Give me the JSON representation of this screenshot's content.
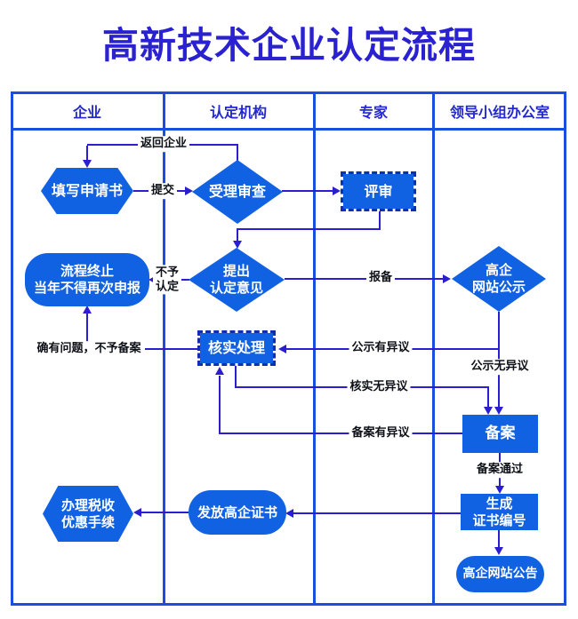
{
  "title": "高新技术企业认定流程",
  "columns": [
    "企业",
    "认定机构",
    "专家",
    "领导小组办公室"
  ],
  "nodes": {
    "fill_application": "填写申请书",
    "acceptance_review": "受理审查",
    "expert_review": "评审",
    "process_end": "流程终止\n当年不得再次申报",
    "propose_opinion": "提出\n认定意见",
    "website_publicity": "高企\n网站公示",
    "verify_handle": "核实处理",
    "filing": "备案",
    "generate_cert_no": "生成\n证书编号",
    "issue_certificate": "发放高企证书",
    "tax_procedures": "办理税收\n优惠手续",
    "website_announcement": "高企网站公告"
  },
  "edge_labels": {
    "return_to_enterprise": "返回企业",
    "submit": "提交",
    "not_certified": "不予\n认定",
    "report": "报备",
    "publicity_objection": "公示有异议",
    "publicity_no_objection": "公示无异议",
    "verify_no_objection": "核实无异议",
    "filing_objection": "备案有异议",
    "problem_no_filing": "确有问题，不予备案",
    "filing_passed": "备案通过"
  },
  "colors": {
    "title_text": "#2a21d0",
    "header_text": "#2328d0",
    "grid_line": "#1b4ee0",
    "connector_line": "#2a1ed0",
    "shape_fill": "#1161e3",
    "shape_text": "#ffffff",
    "edge_label_text": "#0d1117"
  }
}
